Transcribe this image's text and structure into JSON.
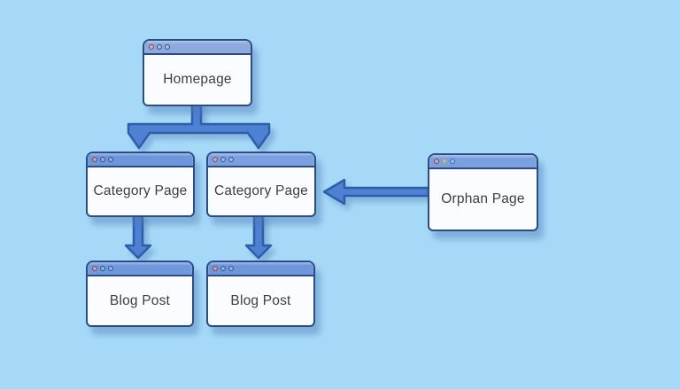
{
  "diagram": {
    "background_color": "#a6d9f8",
    "colors": {
      "arrow_fill": "#4e80d3",
      "arrow_outline": "#2f5da8",
      "window_border": "#2c4d84",
      "window_body": "#fbfcff",
      "text": "#3b4046"
    },
    "nodes": {
      "homepage": {
        "label": "Homepage",
        "bar_color": "#8caade",
        "dots": [
          "#a63a2e",
          "#31508c",
          "#31508c"
        ]
      },
      "category_1": {
        "label": "Category Page",
        "bar_color": "#6e96db",
        "dots": [
          "#a63a2e",
          "#31508c",
          "#31508c"
        ]
      },
      "category_2": {
        "label": "Category Page",
        "bar_color": "#7b9fe0",
        "dots": [
          "#a63a2e",
          "#31508c",
          "#31508c"
        ]
      },
      "blog_1": {
        "label": "Blog Post",
        "bar_color": "#7099dd",
        "dots": [
          "#a63a2e",
          "#31508c",
          "#31508c"
        ]
      },
      "blog_2": {
        "label": "Blog Post",
        "bar_color": "#6e96db",
        "dots": [
          "#a63a2e",
          "#31508c",
          "#31508c"
        ]
      },
      "orphan": {
        "label": "Orphan Page",
        "bar_color": "#7ba0e2",
        "dots": [
          "#a63a2e",
          "#b89b3a",
          "#3f6cb3"
        ]
      }
    },
    "edges": [
      {
        "from": "homepage",
        "to": "category_1"
      },
      {
        "from": "homepage",
        "to": "category_2"
      },
      {
        "from": "category_1",
        "to": "blog_1"
      },
      {
        "from": "category_2",
        "to": "blog_2"
      },
      {
        "from": "orphan",
        "to": "category_2"
      }
    ]
  }
}
